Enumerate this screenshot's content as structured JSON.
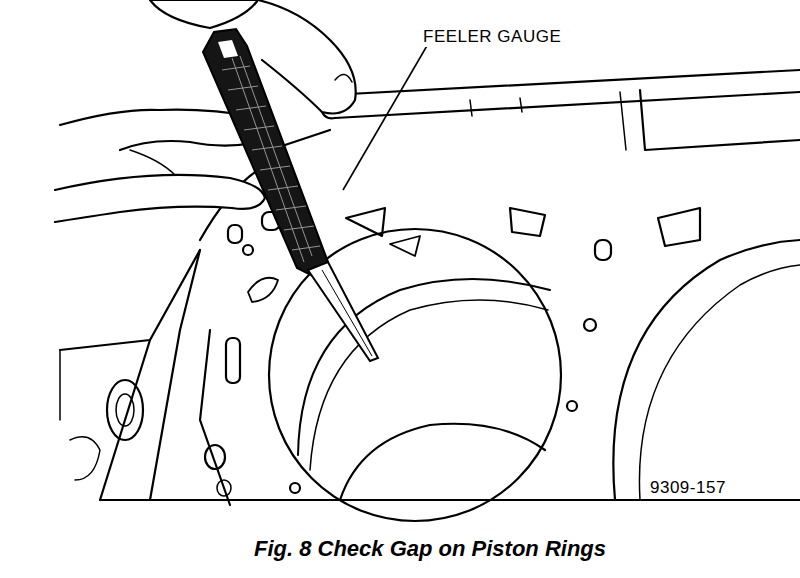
{
  "diagram": {
    "caption": "Fig. 8 Check Gap on Piston Rings",
    "labels": [
      "FEELER GAUGE",
      "9309-157"
    ]
  }
}
